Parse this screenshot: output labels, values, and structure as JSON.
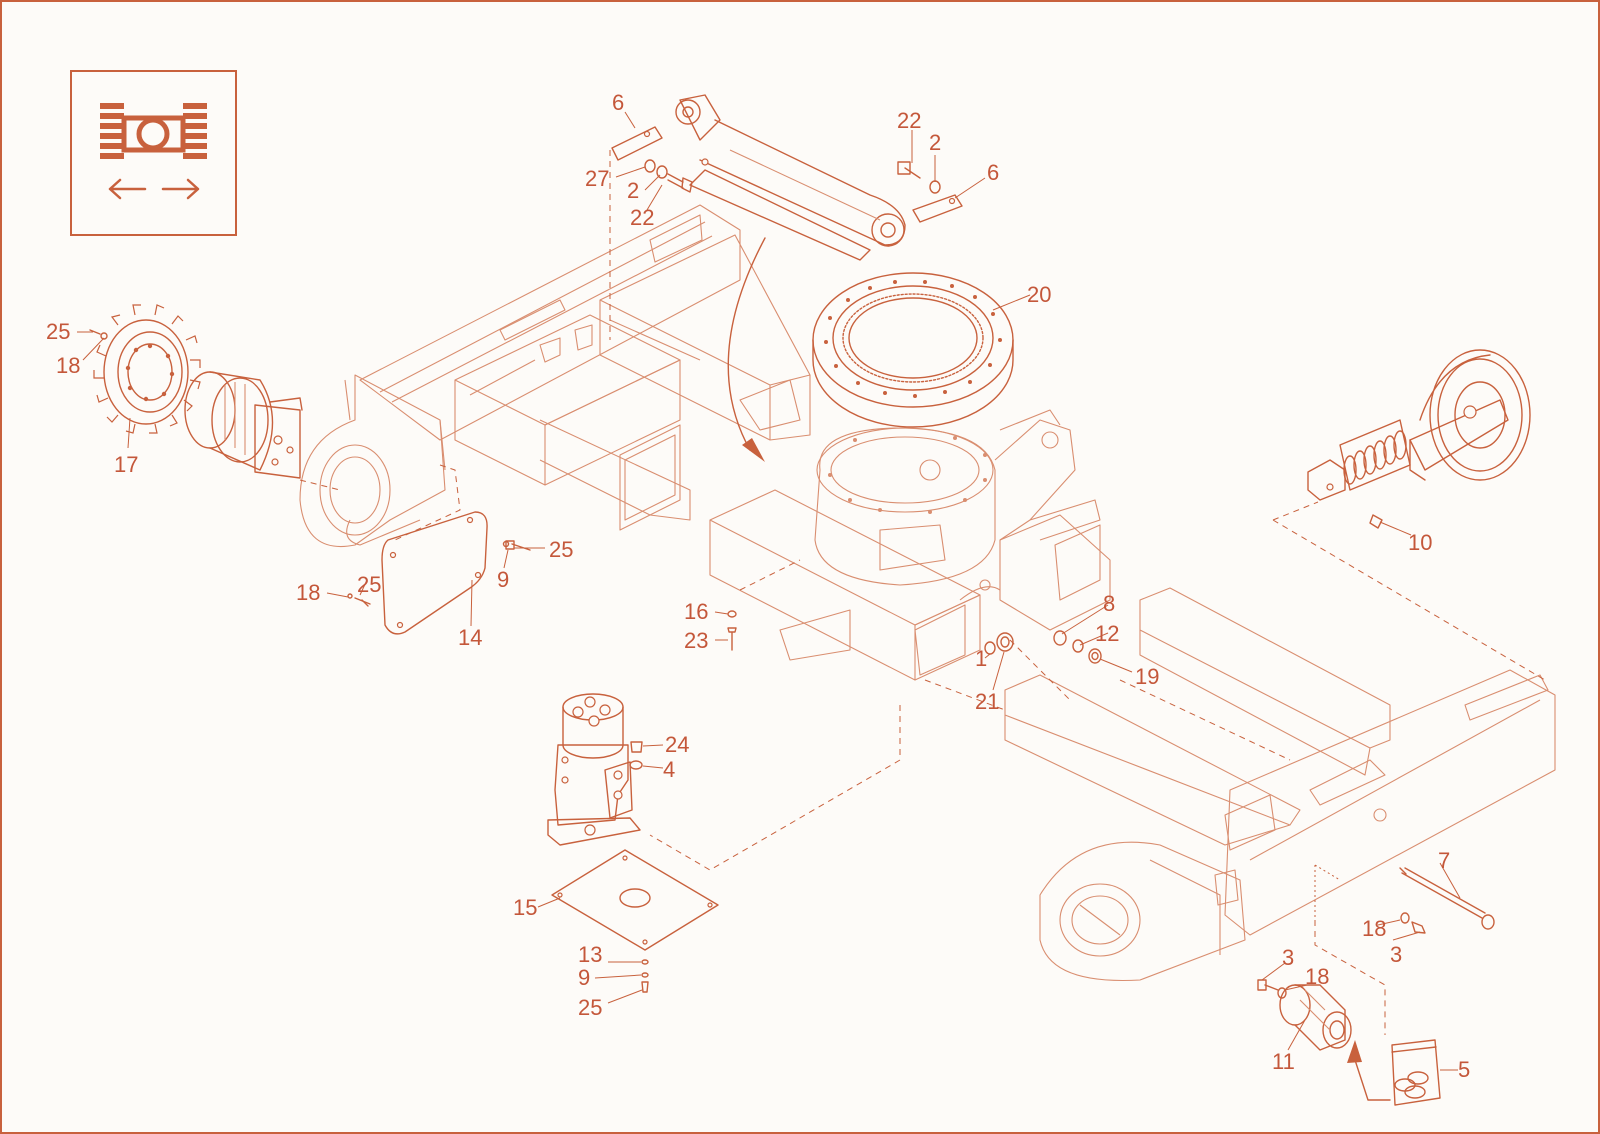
{
  "colors": {
    "line": "#c8613d",
    "text": "#c4573a",
    "background": "#fdfbf8",
    "frame": "#c8613d"
  },
  "icon": {
    "name": "track-travel-icon",
    "description": "tracked undercarriage with left-right travel arrows"
  },
  "callouts": [
    {
      "id": "c6a",
      "label": "6"
    },
    {
      "id": "c27",
      "label": "27"
    },
    {
      "id": "c2a",
      "label": "2"
    },
    {
      "id": "c22a",
      "label": "22"
    },
    {
      "id": "c22b",
      "label": "22"
    },
    {
      "id": "c2b",
      "label": "2"
    },
    {
      "id": "c6b",
      "label": "6"
    },
    {
      "id": "c20",
      "label": "20"
    },
    {
      "id": "c25a",
      "label": "25"
    },
    {
      "id": "c18a",
      "label": "18"
    },
    {
      "id": "c17",
      "label": "17"
    },
    {
      "id": "c25b",
      "label": "25"
    },
    {
      "id": "c9a",
      "label": "9"
    },
    {
      "id": "c18b",
      "label": "18"
    },
    {
      "id": "c25c",
      "label": "25"
    },
    {
      "id": "c14",
      "label": "14"
    },
    {
      "id": "c10",
      "label": "10"
    },
    {
      "id": "c8",
      "label": "8"
    },
    {
      "id": "c12",
      "label": "12"
    },
    {
      "id": "c19",
      "label": "19"
    },
    {
      "id": "c16",
      "label": "16"
    },
    {
      "id": "c23",
      "label": "23"
    },
    {
      "id": "c1",
      "label": "1"
    },
    {
      "id": "c21",
      "label": "21"
    },
    {
      "id": "c24",
      "label": "24"
    },
    {
      "id": "c4",
      "label": "4"
    },
    {
      "id": "c15",
      "label": "15"
    },
    {
      "id": "c13",
      "label": "13"
    },
    {
      "id": "c9b",
      "label": "9"
    },
    {
      "id": "c25d",
      "label": "25"
    },
    {
      "id": "c7",
      "label": "7"
    },
    {
      "id": "c18c",
      "label": "18"
    },
    {
      "id": "c3a",
      "label": "3"
    },
    {
      "id": "c3b",
      "label": "3"
    },
    {
      "id": "c18d",
      "label": "18"
    },
    {
      "id": "c11",
      "label": "11"
    },
    {
      "id": "c5",
      "label": "5"
    }
  ]
}
